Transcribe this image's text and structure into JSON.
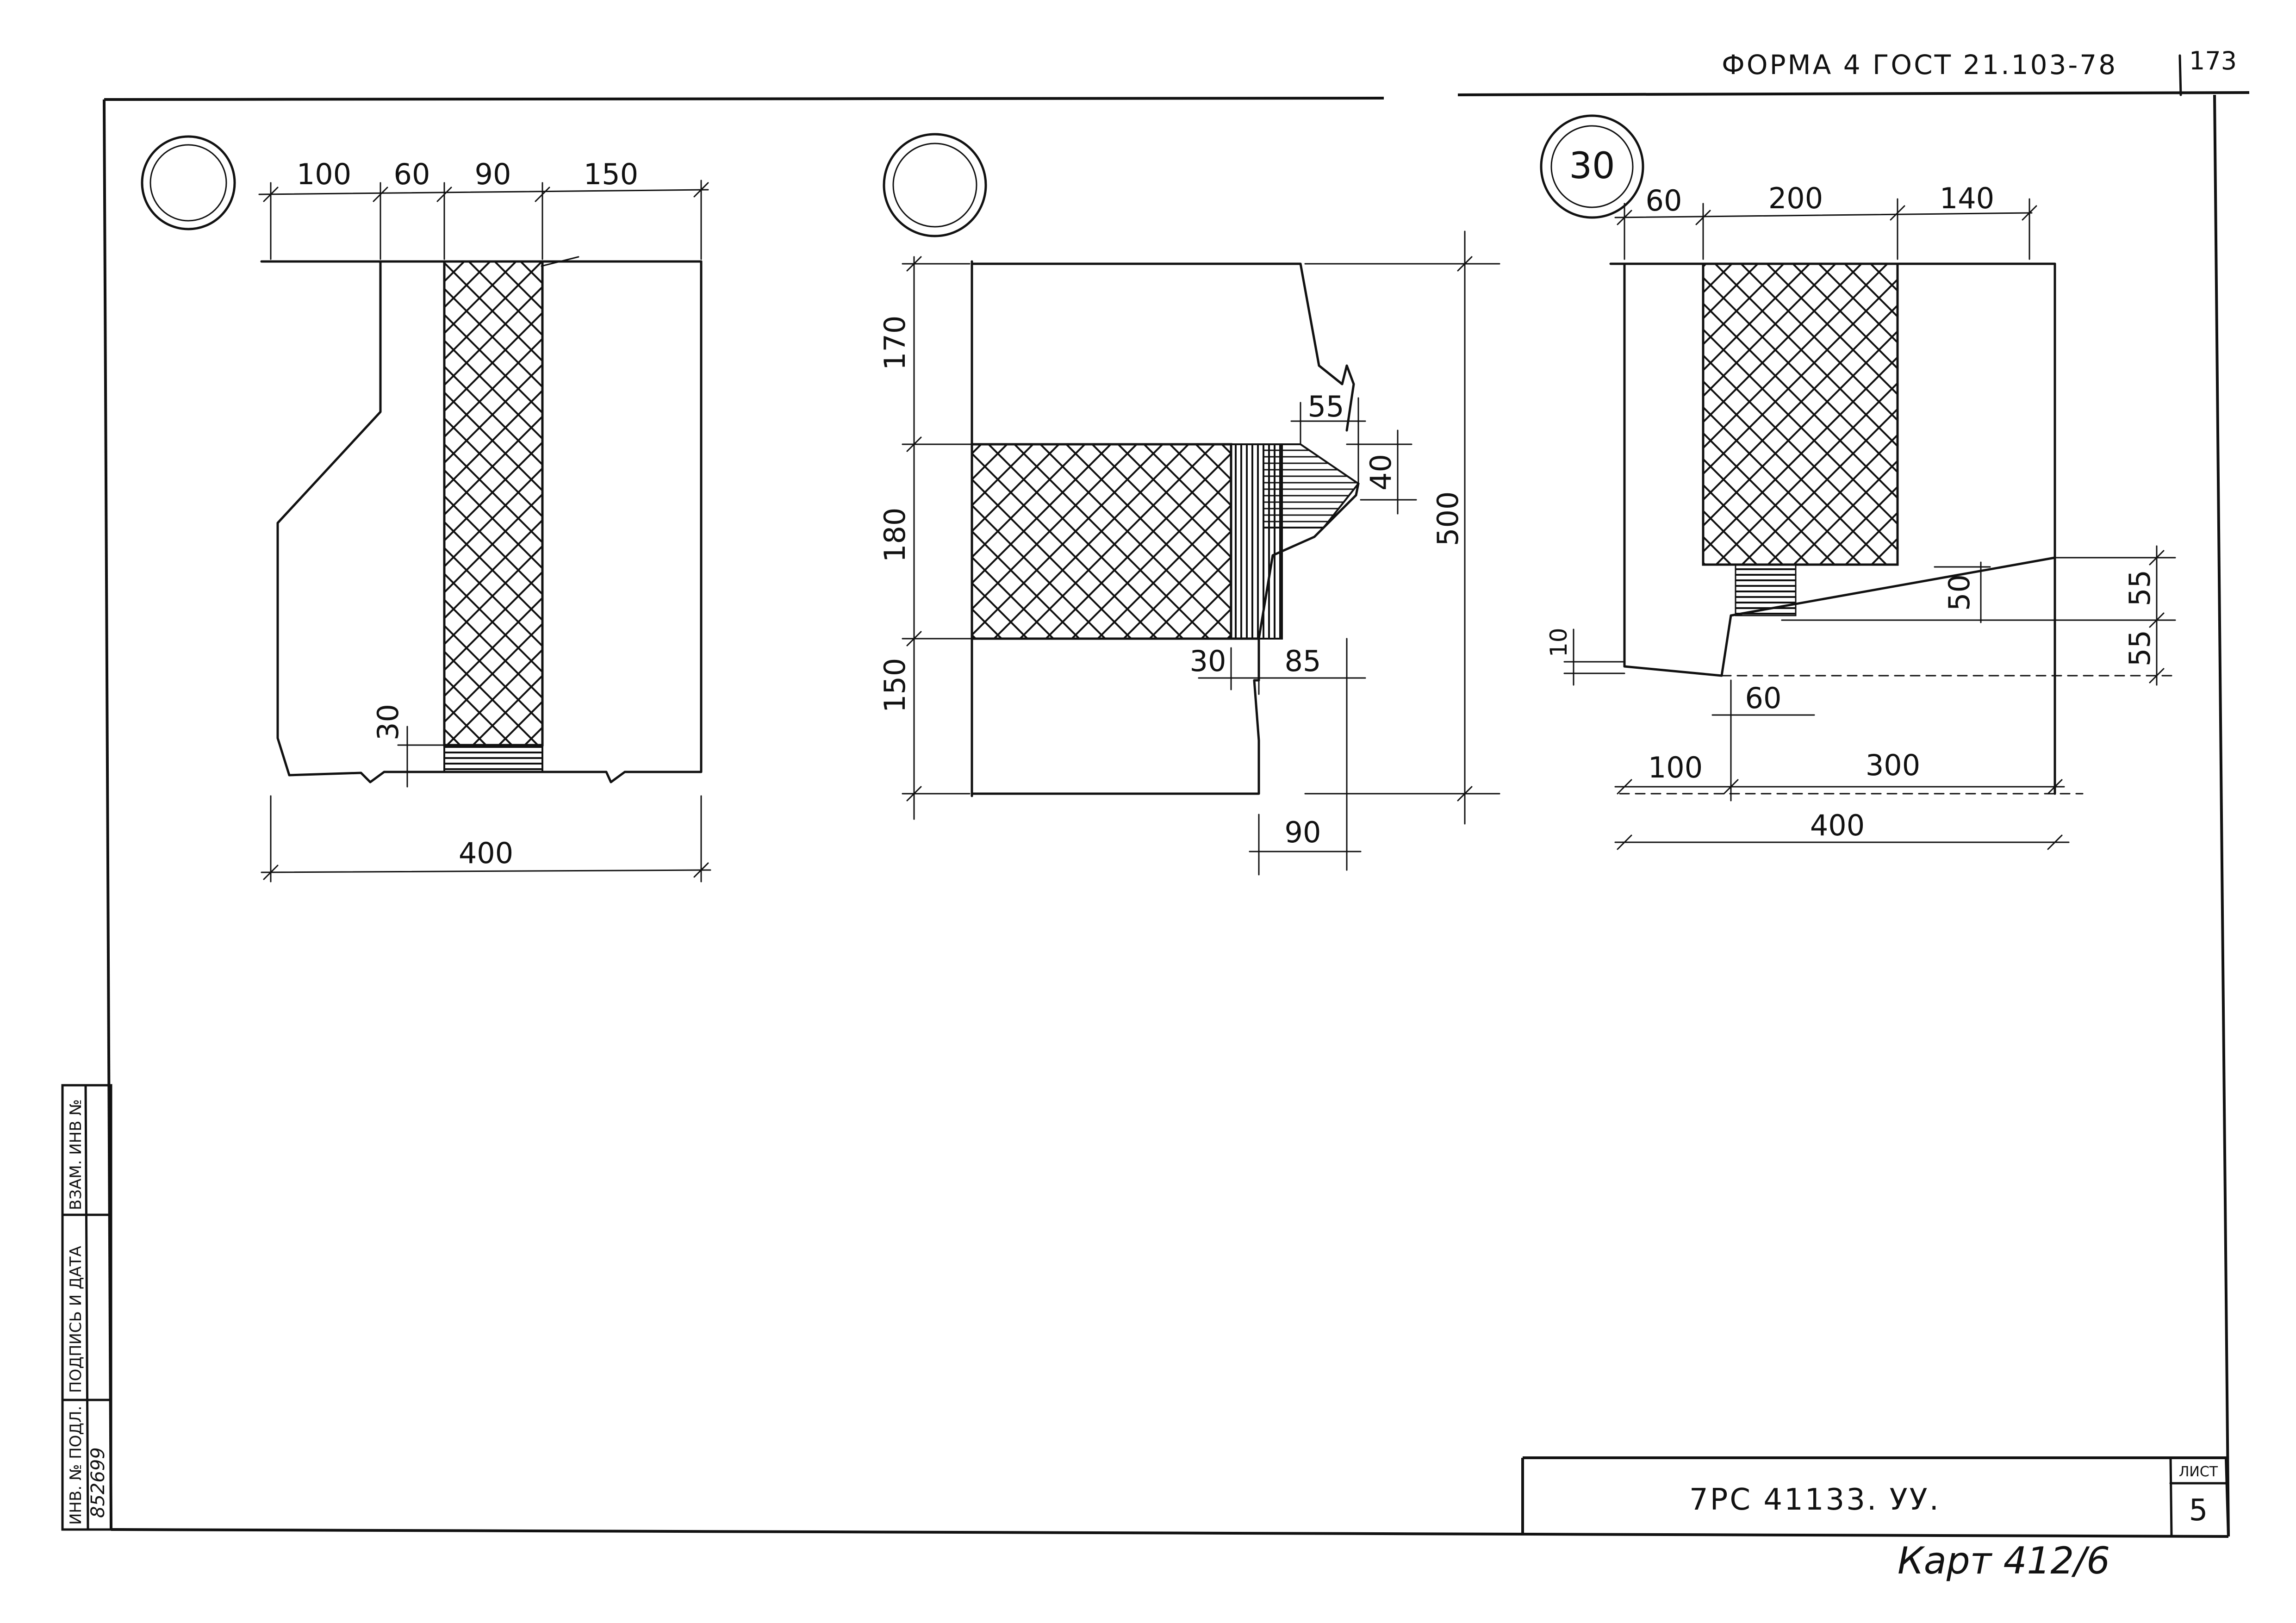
{
  "header": {
    "form_label": "ФОРМА 4  ГОСТ 21.103-78",
    "page_corner": "173"
  },
  "details": [
    {
      "marker": "",
      "dims_top": [
        "100",
        "60",
        "90",
        "150"
      ],
      "dim_side": "30",
      "dim_bottom": "400"
    },
    {
      "marker": "",
      "dims_left": [
        "170",
        "180",
        "150"
      ],
      "dims_right_total": "500",
      "dim_nose": "55",
      "dim_nose_h": "40",
      "dim_a": "30",
      "dim_b": "85",
      "dim_c": "90"
    },
    {
      "marker": "30",
      "dims_top": [
        "60",
        "200",
        "140"
      ],
      "dim_right_a": "55",
      "dim_right_b": "55",
      "dim_step": "50",
      "dim_left": "10",
      "dim_mid": "60",
      "dims_bottom": [
        "100",
        "300"
      ],
      "dim_total": "400"
    }
  ],
  "side_stamp": {
    "inv_podl": "ИНВ. № ПОДЛ.",
    "podpis_data": "ПОДПИСЬ И ДАТА",
    "vzam_inv": "ВЗАМ. ИНВ №",
    "inv_number": "852699"
  },
  "title_block": {
    "code": "7РС 41133. УУ.",
    "sheet_label": "ЛИСТ",
    "sheet_number": "5"
  },
  "handwritten_note": "Карт 412/6"
}
